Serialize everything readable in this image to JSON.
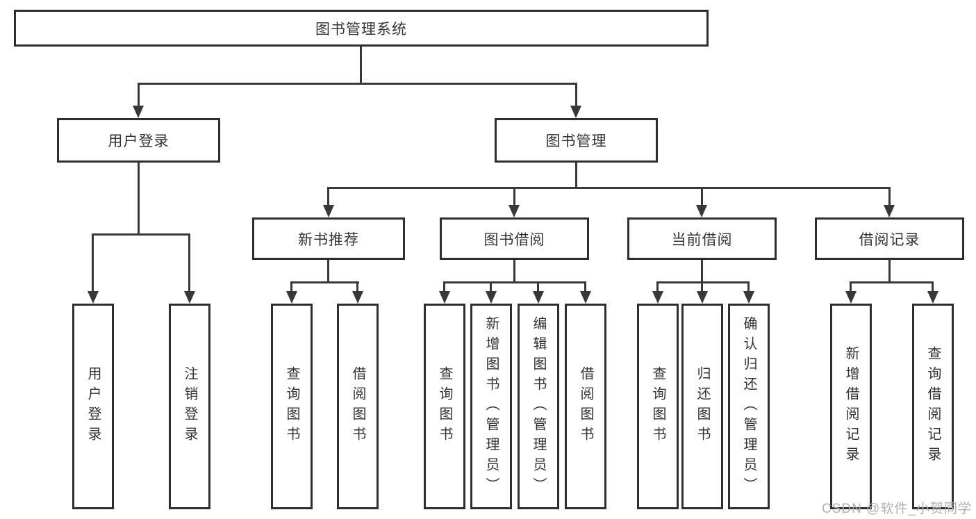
{
  "diagram": {
    "root": {
      "label": "图书管理系统"
    },
    "level2": {
      "user_login": {
        "label": "用户登录"
      },
      "book_management": {
        "label": "图书管理"
      }
    },
    "level3": {
      "new_book_recommend": {
        "label": "新书推荐"
      },
      "book_borrowing": {
        "label": "图书借阅"
      },
      "current_borrowing": {
        "label": "当前借阅"
      },
      "borrowing_records": {
        "label": "借阅记录"
      }
    },
    "leaves": {
      "user_login": {
        "label": "用户登录"
      },
      "logout_login": {
        "label": "注销登录"
      },
      "recommend_query_book": {
        "label": "查询图书"
      },
      "recommend_borrow_book": {
        "label": "借阅图书"
      },
      "borrowing_query_book": {
        "label": "查询图书"
      },
      "borrowing_add_book_admin": {
        "label": "新增图书（管理员）"
      },
      "borrowing_edit_book_admin": {
        "label": "编辑图书（管理员）"
      },
      "borrowing_borrow_book": {
        "label": "借阅图书"
      },
      "current_query_book": {
        "label": "查询图书"
      },
      "current_return_book": {
        "label": "归还图书"
      },
      "current_confirm_return_admin": {
        "label": "确认归还（管理员）"
      },
      "records_add_record": {
        "label": "新增借阅记录"
      },
      "records_query_record": {
        "label": "查询借阅记录"
      }
    },
    "colors": {
      "line": "#383838",
      "box_border": "#2e2e2e",
      "text": "#333333",
      "background": "#ffffff",
      "watermark": "#b0b0b0"
    }
  },
  "watermark": {
    "text": "CSDN @软件_小贺同学"
  }
}
